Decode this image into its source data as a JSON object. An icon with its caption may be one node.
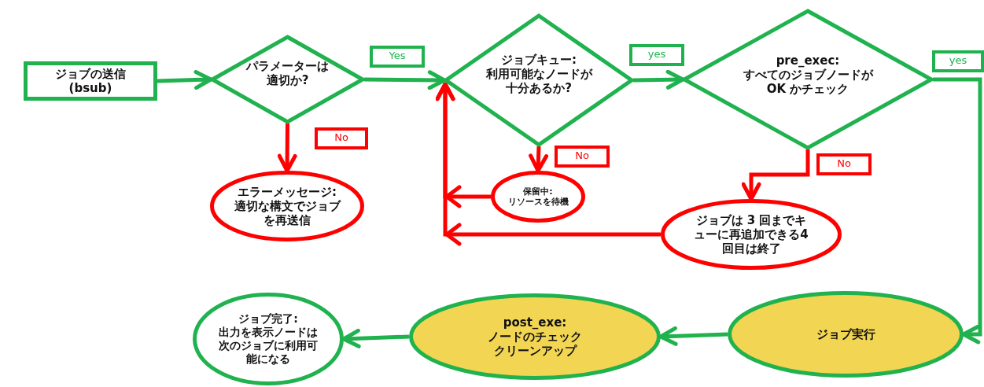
{
  "diagram": {
    "nodes": [
      {
        "text": [
          "ジョブの送信 (bsub)"
        ]
      },
      {
        "text": [
          "パラメーターは適切か?"
        ]
      },
      {
        "text": [
          "ジョブキュー: 利用可能なノードが十分あるか?"
        ]
      },
      {
        "text": [
          "pre_exec: すべてのジョブノードがOK かチェック"
        ]
      },
      {
        "text": [
          "エラーメッセージ: 適切な構文でジョブを再送信"
        ]
      },
      {
        "text": [
          "保留中: リソースを待機"
        ]
      },
      {
        "text": [
          "ジョブは 3 回までキューに再追加できる4 回目は終了"
        ]
      },
      {
        "text": [
          "ジョブ実行"
        ]
      },
      {
        "text": [
          "post_exe: ノードのチェッククリーンアップ"
        ]
      },
      {
        "text": [
          "ジョブ完了: 出力を表示ノードは次のジョブに利用可能になる"
        ]
      }
    ],
    "edges": [
      {
        "from": 0,
        "to": 1,
        "arrow": "to"
      },
      {
        "from": 1,
        "to": 2,
        "arrow": "to",
        "label": "Yes"
      },
      {
        "from": 1,
        "to": 4,
        "arrow": "to",
        "label": "No",
        "color": "#ff0000"
      },
      {
        "from": 2,
        "to": 3,
        "arrow": "to",
        "label": "yes"
      },
      {
        "from": 2,
        "to": 5,
        "arrow": "to",
        "label": "No",
        "color": "#ff0000"
      },
      {
        "from": 3,
        "to": 6,
        "arrow": "to",
        "label": "No",
        "color": "#ff0000"
      },
      {
        "from": 5,
        "to": 2,
        "arrow": "to",
        "color": "#ff0000"
      },
      {
        "from": 6,
        "to": 2,
        "arrow": "to",
        "color": "#ff0000"
      },
      {
        "from": 3,
        "to": 7,
        "arrow": "to",
        "label": "yes"
      },
      {
        "from": 7,
        "to": 8,
        "arrow": "to"
      },
      {
        "from": 8,
        "to": 9,
        "arrow": "to"
      }
    ]
  }
}
